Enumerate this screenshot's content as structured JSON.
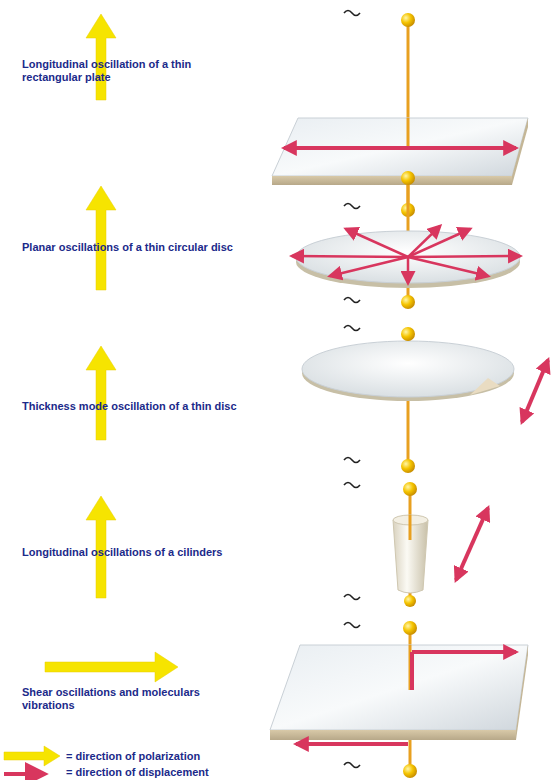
{
  "diagram": {
    "labels": [
      "Longitudinal oscillation of a thin rectangular plate",
      "Planar oscillations of a thin circular disc",
      "Thickness mode oscillation of a thin disc",
      "Longitudinal oscillations of a cilinders",
      "Shear oscillations and moleculars vibrations"
    ],
    "legend": [
      {
        "text": "= direction of polarization"
      },
      {
        "text": "= direction of displacement"
      }
    ]
  }
}
